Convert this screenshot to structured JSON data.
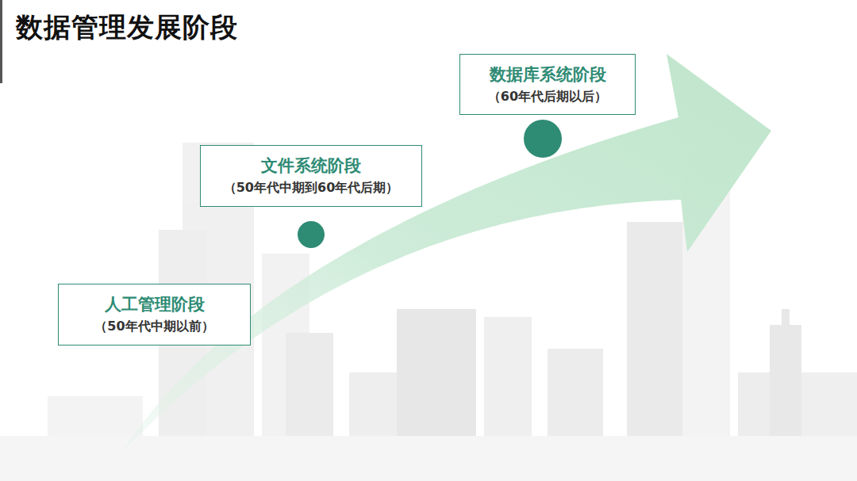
{
  "diagram": {
    "title": "数据管理发展阶段",
    "nodes": [
      {
        "text": [
          "人工管理阶段",
          "（50年代中期以前）"
        ]
      },
      {
        "text": [
          "文件系统阶段",
          "（50年代中期到60年代后期）"
        ]
      },
      {
        "text": [
          "数据库系统阶段",
          "（60年代后期以后）"
        ]
      }
    ]
  }
}
